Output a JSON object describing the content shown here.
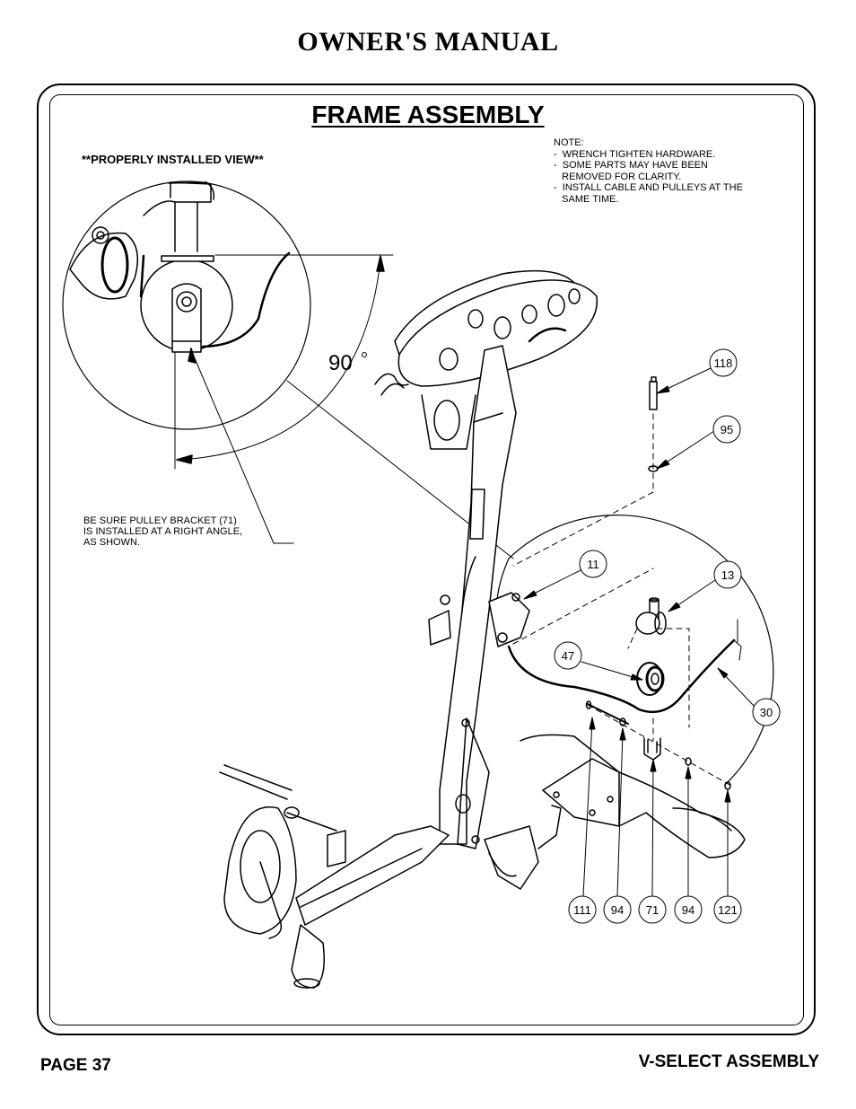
{
  "header": {
    "title": "OWNER'S MANUAL"
  },
  "section": {
    "title": "FRAME ASSEMBLY"
  },
  "detail_view": {
    "label": "**PROPERLY INSTALLED VIEW**",
    "angle_label": "90"
  },
  "note": {
    "lines": [
      "NOTE:",
      "-  WRENCH TIGHTEN HARDWARE.",
      "-  SOME PARTS MAY HAVE BEEN",
      "   REMOVED FOR CLARITY.",
      "-  INSTALL CABLE AND PULLEYS AT THE",
      "   SAME TIME."
    ]
  },
  "bracket_note": {
    "lines": [
      "BE SURE PULLEY BRACKET (71)",
      "IS INSTALLED AT A RIGHT ANGLE,",
      "AS SHOWN."
    ]
  },
  "callouts": {
    "c118": "118",
    "c95": "95",
    "c11": "11",
    "c13": "13",
    "c47": "47",
    "c30": "30",
    "c111": "111",
    "c94a": "94",
    "c71": "71",
    "c94b": "94",
    "c121": "121"
  },
  "footer": {
    "page": "PAGE 37",
    "section": "V-SELECT ASSEMBLY"
  }
}
